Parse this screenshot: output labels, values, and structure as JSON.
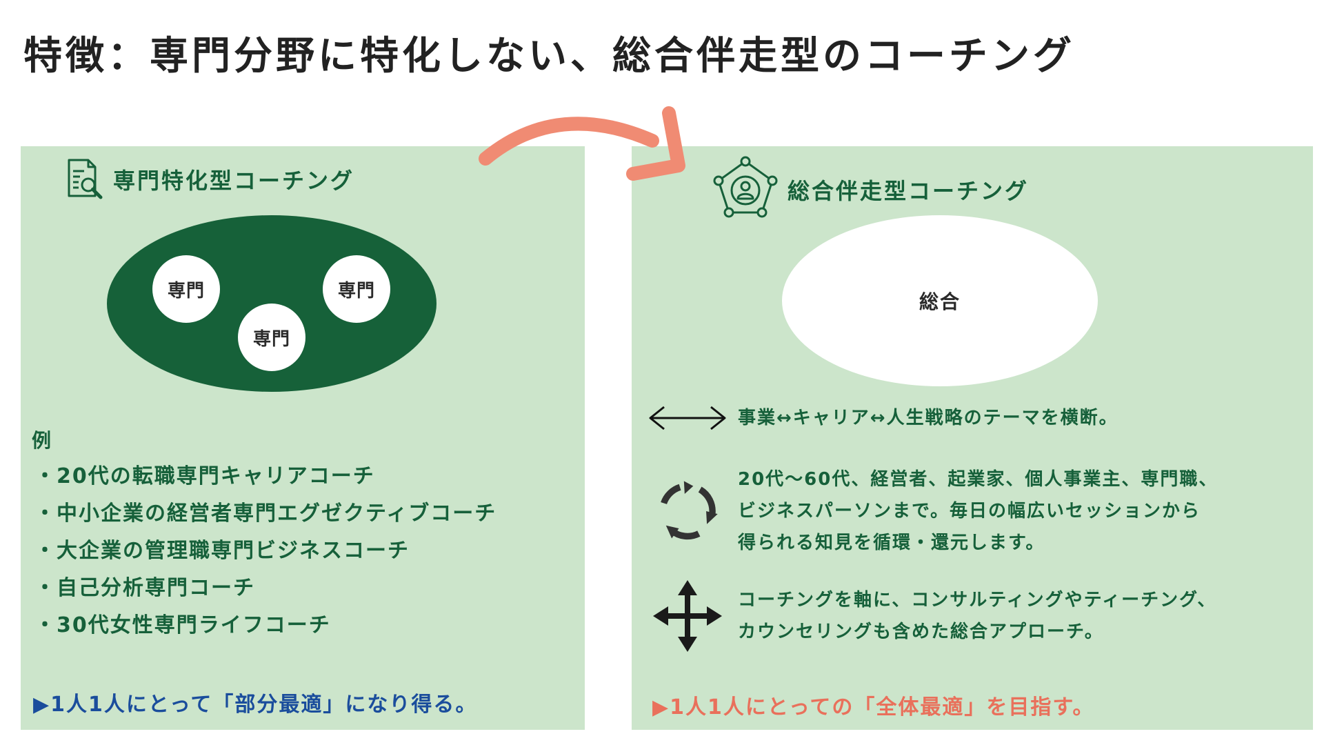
{
  "page_title": "特徴：専門分野に特化しない、総合伴走型のコーチング",
  "colors": {
    "panel_bg": "#cce5cb",
    "dark_green": "#16603a",
    "blue_accent": "#1a4d9c",
    "coral_accent": "#e9705b",
    "arrow": "#f08b73"
  },
  "left_panel": {
    "header_icon": "document-search-icon",
    "header_label": "専門特化型コーチング",
    "bubbles": [
      "専門",
      "専門",
      "専門"
    ],
    "examples_heading": "例",
    "examples": [
      "・20代の転職専門キャリアコーチ",
      "・中小企業の経営者専門エグゼクティブコーチ",
      "・大企業の管理職専門ビジネスコーチ",
      "・自己分析専門コーチ",
      "・30代女性専門ライフコーチ"
    ],
    "conclusion": {
      "prefix": "▶1人1人にとって",
      "highlight": "「部分最適」",
      "suffix": "になり得る。"
    }
  },
  "right_panel": {
    "header_icon": "network-person-icon",
    "header_label": "総合伴走型コーチング",
    "oval_label": "総合",
    "features": [
      {
        "icon": "double-arrow-icon",
        "lines": [
          "事業↔キャリア↔人生戦略のテーマを横断。"
        ]
      },
      {
        "icon": "cycle-arrows-icon",
        "lines": [
          "20代〜60代、経営者、起業家、個人事業主、専門職、",
          "ビジネスパーソンまで。毎日の幅広いセッションから",
          "得られる知見を循環・還元します。"
        ]
      },
      {
        "icon": "four-way-arrows-icon",
        "lines": [
          "コーチングを軸に、コンサルティングやティーチング、",
          "カウンセリングも含めた総合アプローチ。"
        ]
      }
    ],
    "conclusion": {
      "prefix": "▶1人1人にとっての",
      "highlight": "「全体最適」",
      "suffix": "を目指す。"
    }
  },
  "transition_arrow_icon": "curved-arrow-icon"
}
